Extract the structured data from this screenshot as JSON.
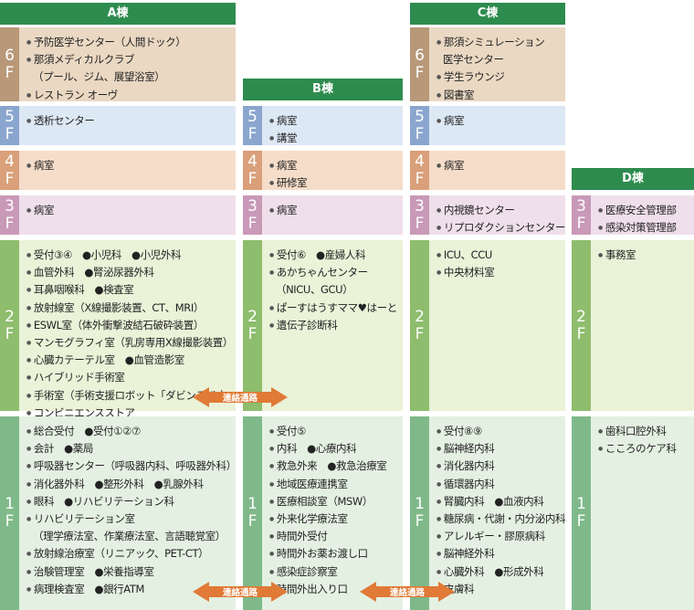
{
  "buildings": {
    "a": {
      "name": "A棟"
    },
    "b": {
      "name": "B棟"
    },
    "c": {
      "name": "C棟"
    },
    "d": {
      "name": "D棟"
    }
  },
  "floors": {
    "f6": [
      "6",
      "F"
    ],
    "f5": [
      "5",
      "F"
    ],
    "f4": [
      "4",
      "F"
    ],
    "f3": [
      "3",
      "F"
    ],
    "f2": [
      "2",
      "F"
    ],
    "f1": [
      "1",
      "F"
    ]
  },
  "cells": {
    "a6": [
      "予防医学センター（人間ドック）",
      "那須メディカルクラブ",
      "（プール、ジム、展望浴室）",
      "レストラン オーヴ"
    ],
    "a5": [
      "透析センター"
    ],
    "a4": [
      "病室"
    ],
    "a3": [
      "病室"
    ],
    "a2": [
      "受付③④",
      "小児科",
      "小児外科",
      "血管外科",
      "腎泌尿器外科",
      "耳鼻咽喉科",
      "検査室",
      "放射線室（X線撮影装置、CT、MRI）",
      "ESWL室（体外衝撃波結石破砕装置）",
      "マンモグラフィ室（乳房専用X線撮影装置）",
      "心臓カテーテル室",
      "血管造影室",
      "ハイブリッド手術室",
      "手術室（手術支援ロボット「ダビンチXi」）",
      "コンビニエンスストア"
    ],
    "a1": [
      "総合受付",
      "受付①②⑦",
      "会計",
      "薬局",
      "呼吸器センター（呼吸器内科、呼吸器外科）",
      "消化器外科",
      "整形外科",
      "乳腺外科",
      "眼科",
      "リハビリテーション科",
      "リハビリテーション室",
      "（理学療法室、作業療法室、言語聴覚室）",
      "放射線治療室（リニアック、PET-CT）",
      "治験管理室",
      "栄養指導室",
      "病理検査室",
      "銀行ATM"
    ],
    "b5": [
      "病室",
      "講堂"
    ],
    "b4": [
      "病室",
      "研修室"
    ],
    "b3": [
      "病室"
    ],
    "b2": [
      "受付⑥",
      "産婦人科",
      "あかちゃんセンター",
      "（NICU、GCU）",
      "ぱーすはうすママ♥はーと",
      "遺伝子診断科"
    ],
    "b1": [
      "受付⑤",
      "内科",
      "心療内科",
      "救急外来",
      "救急治療室",
      "地域医療連携室",
      "医療相談室（MSW）",
      "外来化学療法室",
      "時間外受付",
      "時間外お薬お渡し口",
      "感染症診察室",
      "時間外出入り口"
    ],
    "c6": [
      "那須シミュレーション",
      "医学センター",
      "学生ラウンジ",
      "図書室"
    ],
    "c5": [
      "病室"
    ],
    "c4": [
      "病室"
    ],
    "c3": [
      "内視鏡センター",
      "リプロダクションセンター"
    ],
    "c2": [
      "ICU、CCU",
      "中央材料室"
    ],
    "c1": [
      "受付⑧⑨",
      "脳神経内科",
      "消化器内科",
      "循環器内科",
      "腎臓内科",
      "血液内科",
      "糖尿病・代謝・内分泌内科",
      "アレルギー・膠原病科",
      "脳神経外科",
      "心臓外科",
      "形成外科",
      "皮膚科"
    ],
    "d3": [
      "医療安全管理部",
      "感染対策管理部"
    ],
    "d2": [
      "事務室"
    ],
    "d1": [
      "歯科口腔外科",
      "こころのケア科"
    ]
  },
  "connectors": {
    "label": "連絡通路"
  },
  "colors": {
    "header": "#2e8b4e",
    "arrow": "#e07a36"
  }
}
